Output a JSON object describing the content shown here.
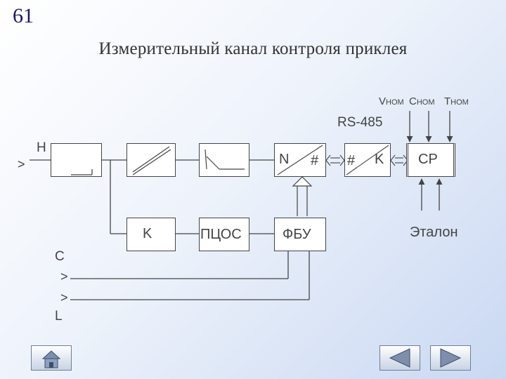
{
  "slide_number": "61",
  "title": "Измерительный канал контроля приклея",
  "labels": {
    "v_nom": "V",
    "v_nom_sub": "НОМ",
    "c_nom": "C",
    "c_nom_sub": "НОМ",
    "t_nom": "T",
    "t_nom_sub": "НОМ",
    "rs485": "RS-485",
    "h": "H",
    "v_input": ">",
    "c": "C",
    "v_c": ">",
    "v_l": ">",
    "l": "L",
    "n": "N",
    "hash_left": "#",
    "hash_right": "#",
    "k_right": "K",
    "cp": "CP",
    "k_box": "K",
    "pcos": "ПЦОС",
    "fbu": "ФБУ",
    "etalon": "Эталон"
  },
  "nav": {
    "home": "home-icon",
    "prev": "triangle-left-icon",
    "next": "triangle-right-icon"
  }
}
